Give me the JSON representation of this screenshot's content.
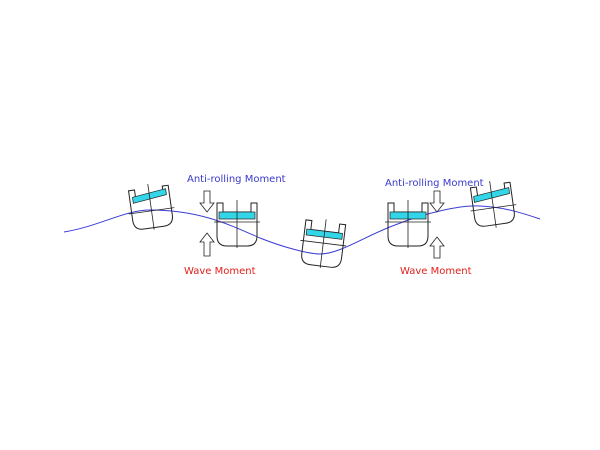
{
  "labels": {
    "anti_rolling_left": "Anti-rolling Moment",
    "wave_left": "Wave Moment",
    "anti_rolling_right": "Anti-rolling Moment",
    "wave_right": "Wave Moment"
  },
  "colors": {
    "wave_line": "#3b3bd6",
    "tank_fluid": "#33d6e8",
    "outline": "#222222",
    "anti_rolling_text": "#3a3acb",
    "wave_text": "#e0201c"
  }
}
